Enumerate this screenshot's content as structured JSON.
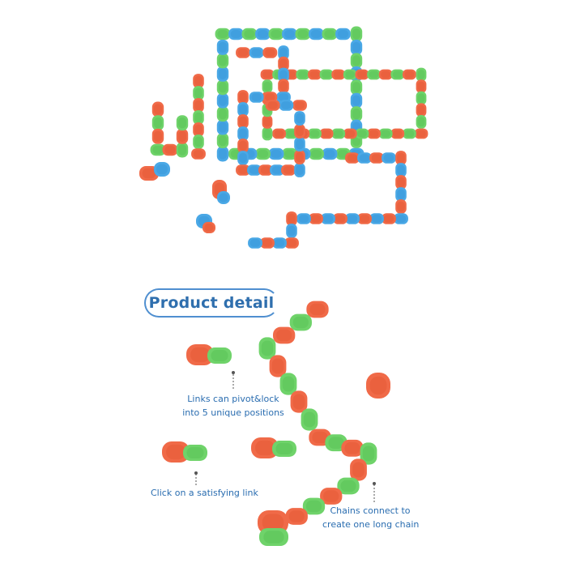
{
  "detail": {
    "title": "Product detail",
    "captions": {
      "pivot_line1": "Links can pivot&lock",
      "pivot_line2": "into 5 unique positions",
      "click": "Click on a satisfying link",
      "chain_line1": "Chains connect to",
      "chain_line2": "create one long chain"
    }
  },
  "colors": {
    "orange": "#f06a48",
    "orange_dark": "#e0502e",
    "green": "#6fd36a",
    "green_dark": "#4cba4a",
    "blue": "#4aa8e6",
    "blue_dark": "#2f8fd0",
    "label_blue": "#2a6db0",
    "title_blue": "#2f6fae"
  }
}
